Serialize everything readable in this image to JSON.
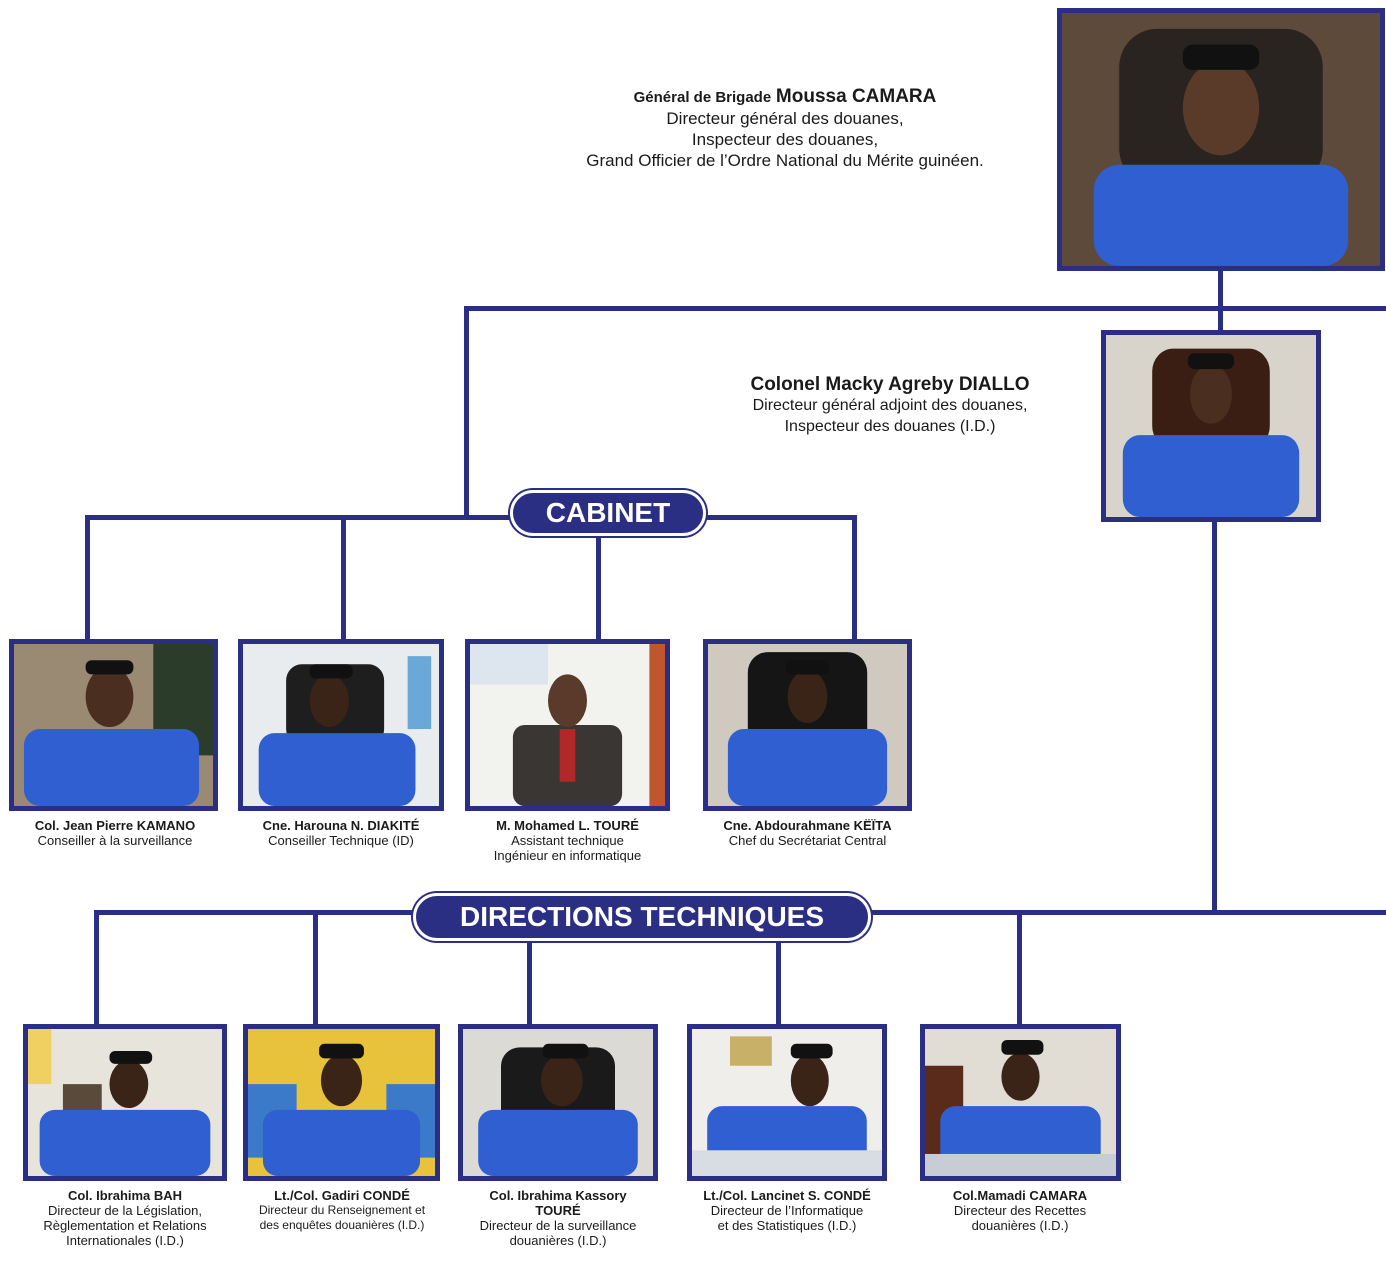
{
  "director_general": {
    "rank_prefix": "Général de Brigade",
    "name": "Moussa CAMARA",
    "roles": [
      "Directeur général des douanes,",
      "Inspecteur des douanes,",
      "Grand Officier de l’Ordre National du Mérite guinéen."
    ]
  },
  "deputy_director": {
    "name": "Colonel Macky Agreby DIALLO",
    "roles": [
      "Directeur général adjoint des douanes,",
      "Inspecteur des douanes (I.D.)"
    ]
  },
  "cabinet": {
    "label": "CABINET",
    "members": [
      {
        "name": "Col. Jean Pierre KAMANO",
        "roles": [
          "Conseiller à la surveillance"
        ]
      },
      {
        "name": "Cne. Harouna N. DIAKITÉ",
        "roles": [
          "Conseiller Technique (ID)"
        ]
      },
      {
        "name": "M. Mohamed L. TOURÉ",
        "roles": [
          "Assistant technique",
          "Ingénieur en informatique"
        ]
      },
      {
        "name": "Cne. Abdourahmane KËÏTA",
        "roles": [
          "Chef du Secrétariat Central"
        ]
      }
    ]
  },
  "directions": {
    "label": "DIRECTIONS TECHNIQUES",
    "members": [
      {
        "name": "Col. Ibrahima BAH",
        "roles": [
          "Directeur de la Législation,",
          "Règlementation et Relations",
          "Internationales (I.D.)"
        ]
      },
      {
        "name": "Lt./Col. Gadiri CONDÉ",
        "roles": [
          "Directeur du Renseignement et",
          "des enquêtes douanières (I.D.)"
        ]
      },
      {
        "name": "Col. Ibrahima Kassory",
        "name2": "TOURÉ",
        "roles": [
          "Directeur de la surveillance",
          "douanières (I.D.)"
        ]
      },
      {
        "name": "Lt./Col. Lancinet S. CONDÉ",
        "roles": [
          "Directeur de l’Informatique",
          "et des Statistiques (I.D.)"
        ]
      },
      {
        "name": "Col.Mamadi CAMARA",
        "roles": [
          "Directeur des Recettes",
          "douanières (I.D.)"
        ]
      }
    ]
  },
  "colors": {
    "brand_navy": "#2b2f83",
    "uniform_blue": "#2f5fd0"
  }
}
